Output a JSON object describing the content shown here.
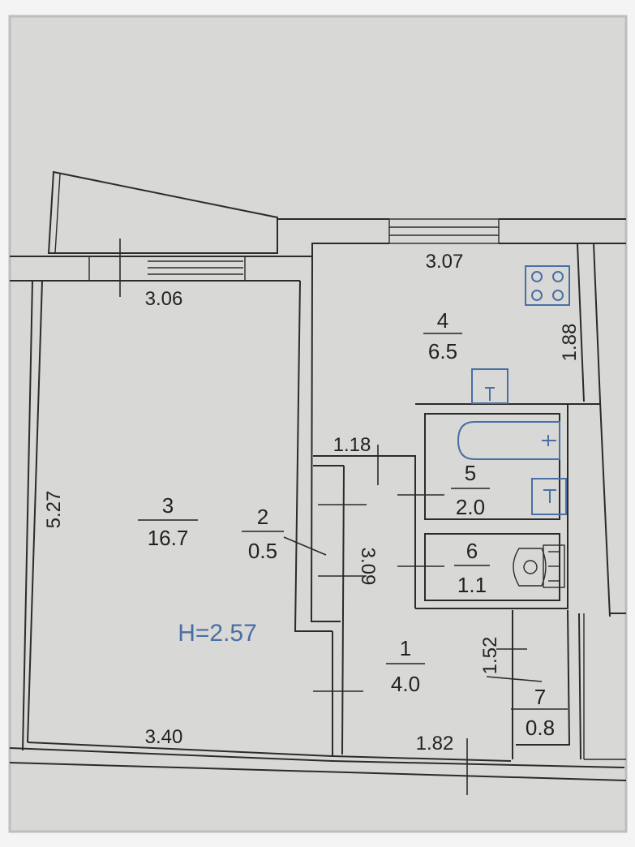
{
  "plan": {
    "height_label": "H=2.57",
    "colors": {
      "paper": "#d8d8d6",
      "ink": "#2b2b2b",
      "fixture": "#4a6fa5"
    },
    "rooms": [
      {
        "number": "1",
        "area": "4.0"
      },
      {
        "number": "2",
        "area": "0.5"
      },
      {
        "number": "3",
        "area": "16.7"
      },
      {
        "number": "4",
        "area": "6.5"
      },
      {
        "number": "5",
        "area": "2.0"
      },
      {
        "number": "6",
        "area": "1.1"
      },
      {
        "number": "7",
        "area": "0.8"
      }
    ],
    "dimensions": {
      "room3_top": "3.06",
      "room3_bottom": "3.40",
      "room3_side": "5.27",
      "room4_top": "3.07",
      "room4_side": "1.88",
      "corridor_top": "1.18",
      "corridor_side": "3.09",
      "room7_side": "1.52",
      "hall_bottom": "1.82"
    },
    "fixtures": [
      "stove-icon",
      "sink-icon",
      "bathtub-icon",
      "washbasin-icon",
      "toilet-icon"
    ]
  }
}
